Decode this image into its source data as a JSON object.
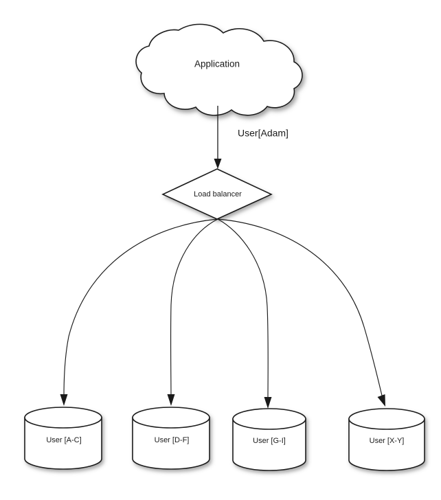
{
  "diagram": {
    "type": "architecture-flow-diagram",
    "background_color": "#ffffff",
    "stroke_color": "#1a1a1a",
    "fill_color": "#ffffff",
    "nodes": {
      "application": {
        "label": "Application",
        "shape": "cloud",
        "icon": "cloud-icon"
      },
      "load_balancer": {
        "label": "Load balancer",
        "shape": "diamond",
        "icon": "diamond-icon"
      },
      "databases": [
        {
          "label": "User [A-C]",
          "shape": "cylinder",
          "icon": "database-icon"
        },
        {
          "label": "User [D-F]",
          "shape": "cylinder",
          "icon": "database-icon"
        },
        {
          "label": "User [G-I]",
          "shape": "cylinder",
          "icon": "database-icon"
        },
        {
          "label": "User [X-Y]",
          "shape": "cylinder",
          "icon": "database-icon"
        }
      ]
    },
    "edges": {
      "application_to_load_balancer": {
        "label": "User[Adam]",
        "from": "application",
        "to": "load_balancer",
        "arrow": true
      },
      "load_balancer_to_databases": [
        {
          "from": "load_balancer",
          "to": "User [A-C]",
          "label": "",
          "arrow": true
        },
        {
          "from": "load_balancer",
          "to": "User [D-F]",
          "label": "",
          "arrow": true
        },
        {
          "from": "load_balancer",
          "to": "User [G-I]",
          "label": "",
          "arrow": true
        },
        {
          "from": "load_balancer",
          "to": "User [X-Y]",
          "label": "",
          "arrow": true
        }
      ]
    }
  }
}
